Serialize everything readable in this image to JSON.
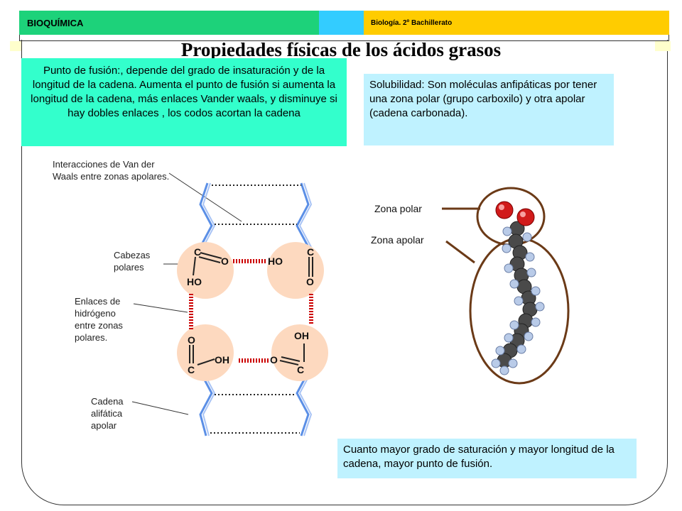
{
  "header": {
    "left_label": "BIOQUÍMICA",
    "right_label": "Biología. 2º Bachillerato"
  },
  "title": "Propiedades físicas de los ácidos grasos",
  "boxes": {
    "fusion": "Punto de fusión:, depende del grado de insaturación y de la longitud de la cadena. Aumenta el punto de fusión si aumenta la longitud de la cadena, más enlaces Vander waals, y disminuye si hay dobles enlaces , los codos acortan la cadena",
    "solubilidad": " Solubilidad: Son moléculas anfipáticas por tener una zona polar (grupo carboxilo) y otra apolar (cadena carbonada).",
    "saturacion": "Cuanto mayor grado de saturación y mayor longitud de la cadena, mayor punto de fusión."
  },
  "diagram": {
    "label_vanderwaals": "Interacciones de Van der Waals entre zonas apolares.",
    "label_cabezas": "Cabezas polares",
    "label_enlaces": "Enlaces de hidrógeno entre zonas polares.",
    "label_cadena": "Cadena alifática apolar",
    "atom_c": "C",
    "atom_o": "O",
    "atom_ho": "HO",
    "atom_oh": "OH"
  },
  "molecule": {
    "zona_polar": "Zona polar",
    "zona_apolar": "Zona apolar"
  },
  "colors": {
    "green": "#1dd27a",
    "blue": "#33ccff",
    "yellow": "#ffcc00",
    "note_green": "#33ffcc",
    "note_blue": "#bff2ff",
    "head": "#fdd9bf",
    "hbond": "#cc0000",
    "chain": "#5b8fe6",
    "ellipse": "#6b3a17"
  }
}
